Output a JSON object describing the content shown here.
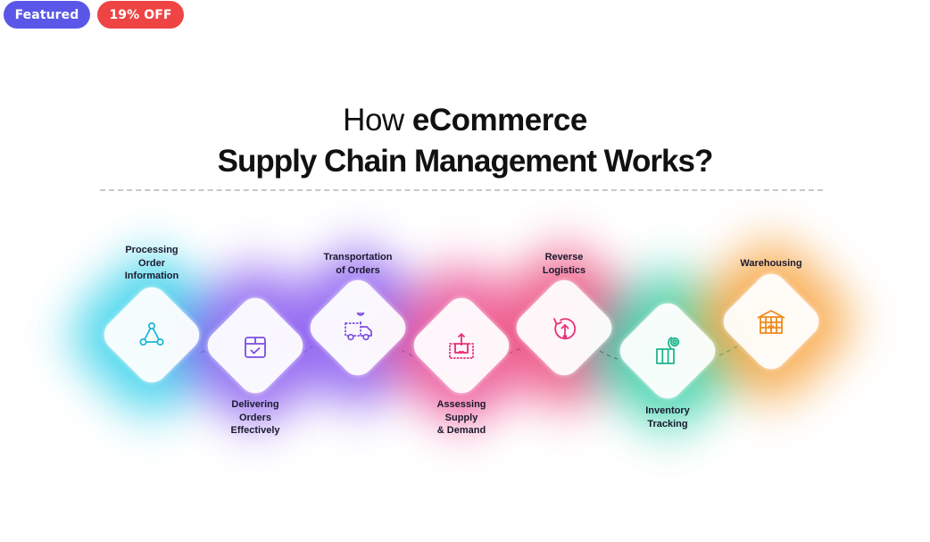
{
  "badges": {
    "featured": "Featured",
    "discount": "19% OFF"
  },
  "title": {
    "line1_light": "How ",
    "line1_bold": "eCommerce",
    "line2": "Supply Chain Management Works?"
  },
  "colors": {
    "featured_badge": "#5a57e8",
    "discount_badge": "#ef4444",
    "cyan": "#22b8d6",
    "purple": "#7c4ddf",
    "pink": "#e8327a",
    "teal": "#1fb58e",
    "orange": "#f08a1c"
  },
  "steps": [
    {
      "line1": "Processing",
      "line2": "Order",
      "line3": "Information",
      "icon": "network-triangle-icon",
      "color": "cyan"
    },
    {
      "line1": "Delivering",
      "line2": "Orders",
      "line3": "Effectively",
      "icon": "package-check-icon",
      "color": "purple"
    },
    {
      "line1": "Transportation",
      "line2": "of Orders",
      "icon": "delivery-truck-icon",
      "color": "purple"
    },
    {
      "line1": "Assessing",
      "line2": "Supply",
      "line3": "& Demand",
      "icon": "box-arrow-up-icon",
      "color": "pink"
    },
    {
      "line1": "Reverse",
      "line2": "Logistics",
      "icon": "return-arrow-icon",
      "color": "pink"
    },
    {
      "line1": "Inventory",
      "line2": "Tracking",
      "icon": "inventory-tracking-icon",
      "color": "teal"
    },
    {
      "line1": "Warehousing",
      "icon": "warehouse-icon",
      "color": "orange"
    }
  ]
}
